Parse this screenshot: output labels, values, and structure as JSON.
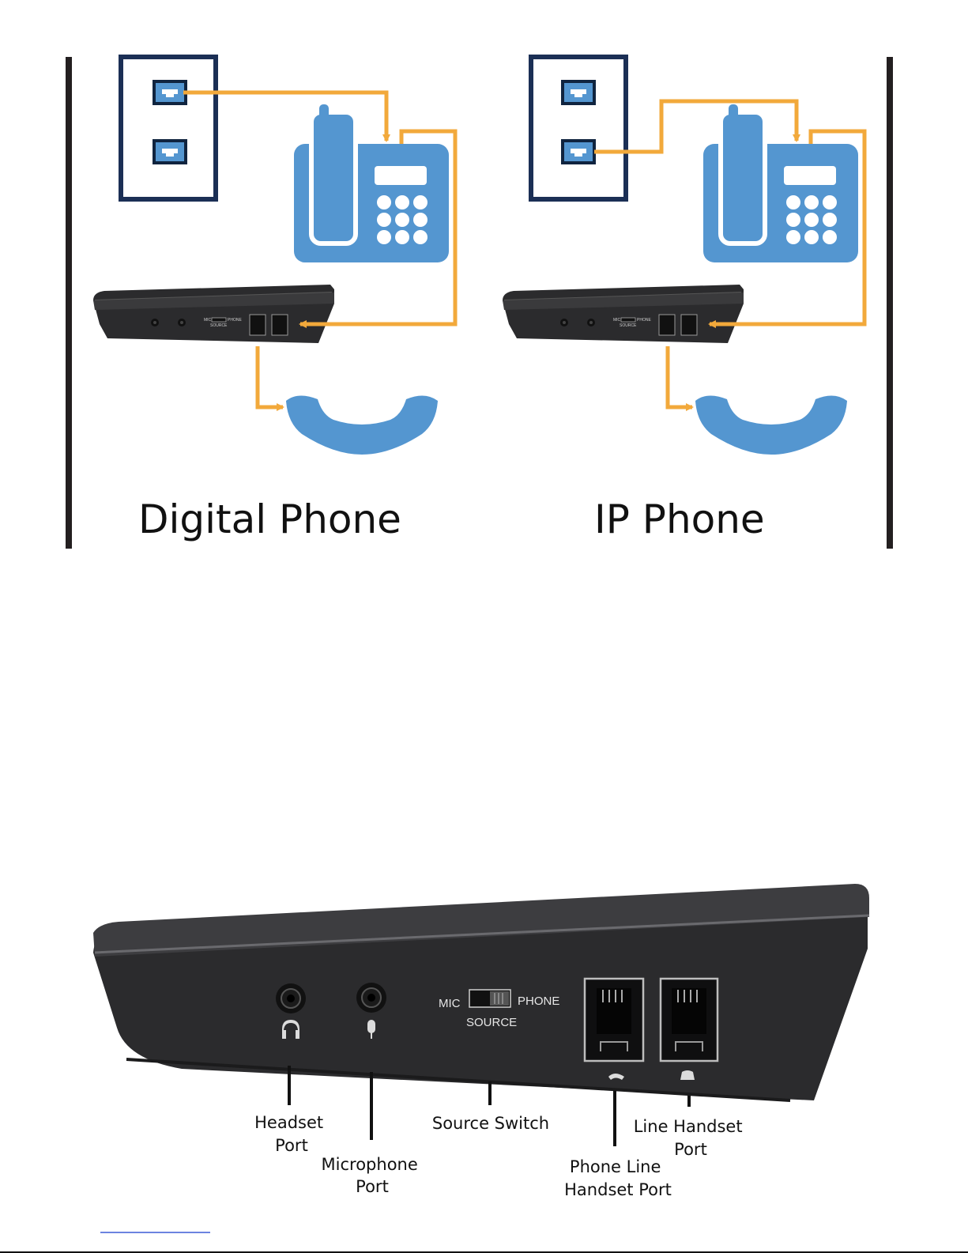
{
  "colors": {
    "wall_plate": "#1b2f55",
    "phone_blue": "#5496d0",
    "cable_orange": "#f2a93b",
    "device_dark": "#2b2b2d",
    "divider": "#231f20"
  },
  "diagrams": [
    {
      "title": "Digital Phone"
    },
    {
      "title": "IP Phone"
    }
  ],
  "device": {
    "switch_left": "MIC",
    "switch_right": "PHONE",
    "switch_caption": "SOURCE"
  },
  "callouts": [
    {
      "lines": [
        "Headset",
        "Port"
      ],
      "icon": "headset-icon"
    },
    {
      "lines": [
        "Microphone",
        "Port"
      ],
      "icon": "microphone-icon"
    },
    {
      "lines": [
        "Source Switch"
      ],
      "icon": "slide-switch-icon"
    },
    {
      "lines": [
        "Phone Line",
        "Handset Port"
      ],
      "icon": "handset-icon"
    },
    {
      "lines": [
        "Line Handset",
        "Port"
      ],
      "icon": "desk-phone-icon"
    }
  ]
}
